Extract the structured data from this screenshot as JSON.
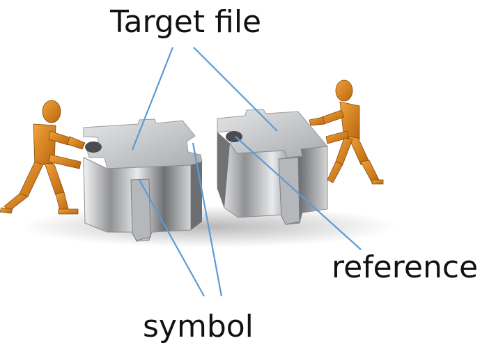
{
  "labels": {
    "target_file": "Target file",
    "reference": "reference",
    "symbol": "symbol"
  },
  "colors": {
    "leader_line": "#5b9bd5",
    "puzzle_face": "#c9cacc",
    "puzzle_dark": "#7b7d80",
    "figure_wood": "#d9881f"
  },
  "illustration": {
    "pieces": [
      "puzzle-piece-left",
      "puzzle-piece-right"
    ],
    "figures": [
      "wooden-figure-left",
      "wooden-figure-right"
    ]
  }
}
